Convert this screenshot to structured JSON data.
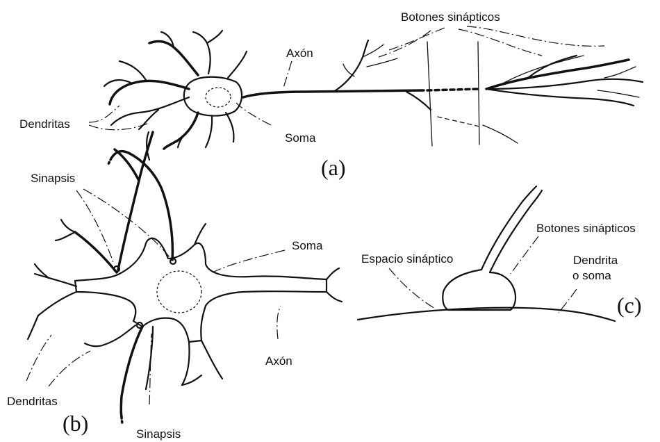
{
  "panel_a": {
    "caption": "(a)",
    "label_botones": "Botones sinápticos",
    "label_axon": "Axón",
    "label_dendritas": "Dendritas",
    "label_soma": "Soma"
  },
  "panel_b": {
    "caption": "(b)",
    "label_sinapsis_top": "Sinapsis",
    "label_soma": "Soma",
    "label_axon": "Axón",
    "label_dendritas": "Dendritas",
    "label_sinapsis_bottom": "Sinapsis"
  },
  "panel_c": {
    "caption": "(c)",
    "label_botones": "Botones sinápticos",
    "label_espacio": "Espacio sináptico",
    "label_dendrita_line1": "Dendrita",
    "label_dendrita_line2": "o soma"
  }
}
